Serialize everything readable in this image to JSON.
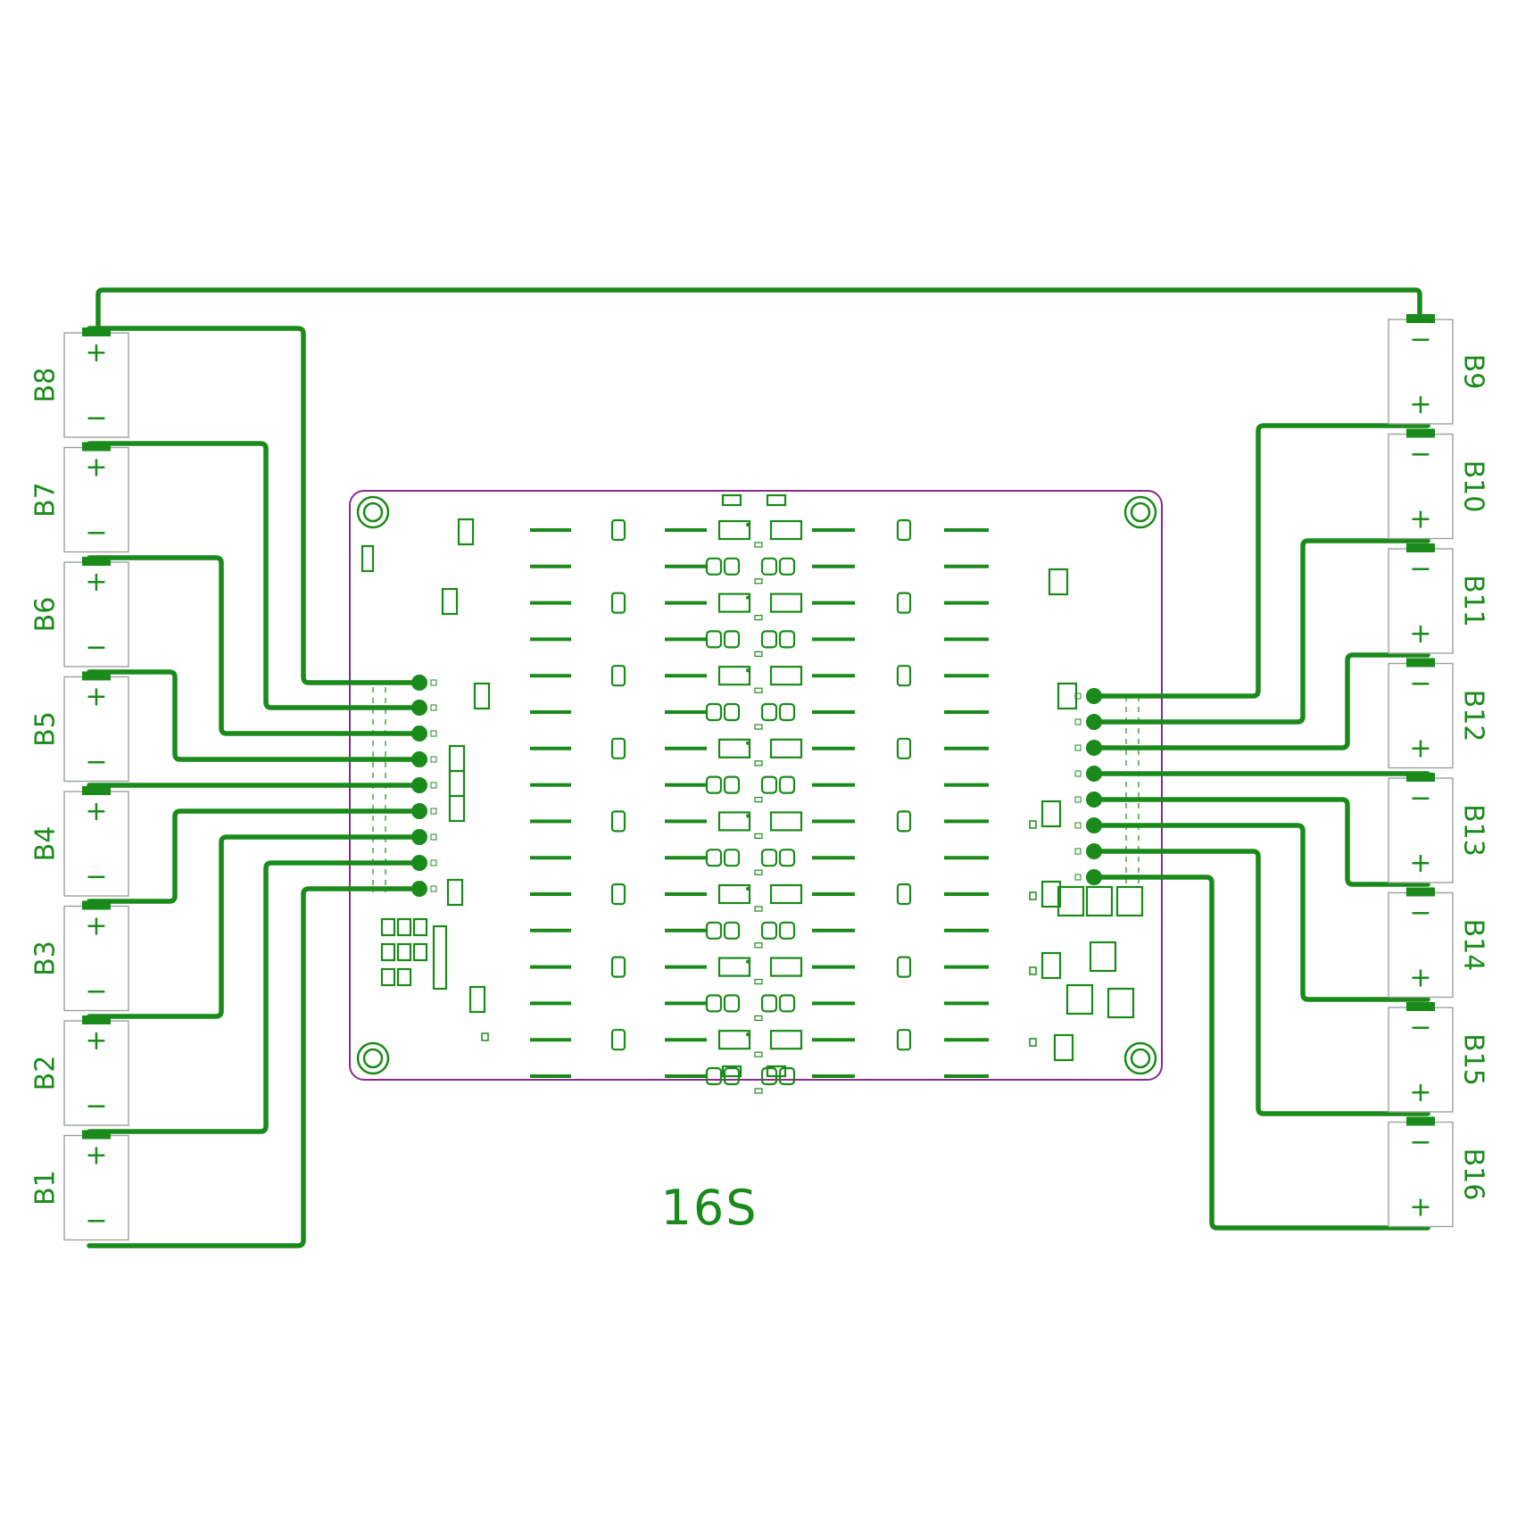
{
  "title": "16S",
  "colors": {
    "trace": "#1a8a1a",
    "outline": "#8a2a8a",
    "box_stroke": "#9aa29a",
    "text": "#1a8a1a",
    "background": "#ffffff"
  },
  "left_cells": [
    {
      "label": "B8",
      "top_sign": "+",
      "bottom_sign": "−"
    },
    {
      "label": "B7",
      "top_sign": "+",
      "bottom_sign": "−"
    },
    {
      "label": "B6",
      "top_sign": "+",
      "bottom_sign": "−"
    },
    {
      "label": "B5",
      "top_sign": "+",
      "bottom_sign": "−"
    },
    {
      "label": "B4",
      "top_sign": "+",
      "bottom_sign": "−"
    },
    {
      "label": "B3",
      "top_sign": "+",
      "bottom_sign": "−"
    },
    {
      "label": "B2",
      "top_sign": "+",
      "bottom_sign": "−"
    },
    {
      "label": "B1",
      "top_sign": "+",
      "bottom_sign": "−"
    }
  ],
  "right_cells": [
    {
      "label": "B9",
      "top_sign": "−",
      "bottom_sign": "+"
    },
    {
      "label": "B10",
      "top_sign": "−",
      "bottom_sign": "+"
    },
    {
      "label": "B11",
      "top_sign": "−",
      "bottom_sign": "+"
    },
    {
      "label": "B12",
      "top_sign": "−",
      "bottom_sign": "+"
    },
    {
      "label": "B13",
      "top_sign": "−",
      "bottom_sign": "+"
    },
    {
      "label": "B14",
      "top_sign": "−",
      "bottom_sign": "+"
    },
    {
      "label": "B15",
      "top_sign": "−",
      "bottom_sign": "+"
    },
    {
      "label": "B16",
      "top_sign": "−",
      "bottom_sign": "+"
    }
  ]
}
